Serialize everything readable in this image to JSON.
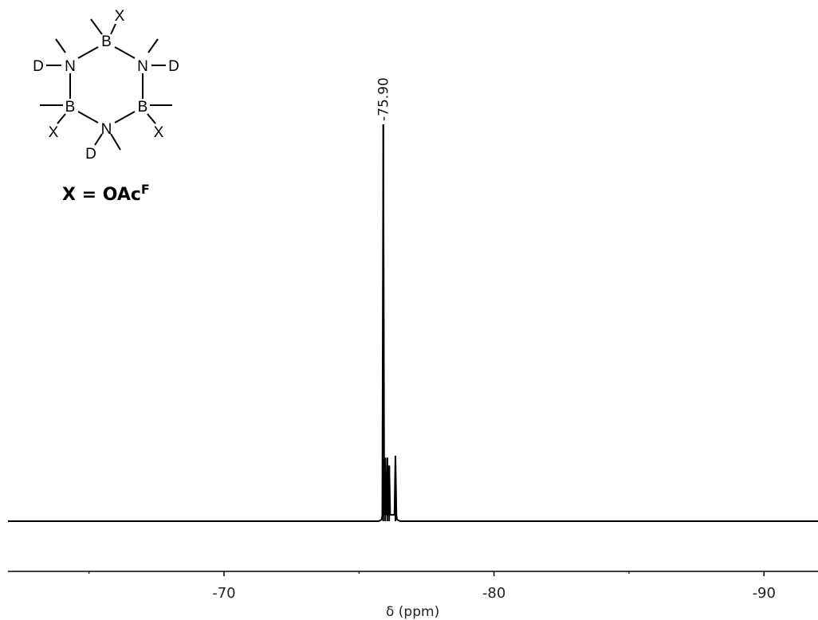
{
  "structure": {
    "atoms": {
      "b_top": "B",
      "n_left": "N",
      "n_right": "N",
      "b_left": "B",
      "b_right": "B",
      "n_bottom": "N",
      "d_left": "D",
      "d_right": "D",
      "d_bottom": "D",
      "x_top": "X",
      "x_left": "X",
      "x_right": "X"
    },
    "caption_prefix": "X = OAc",
    "caption_sup": "F"
  },
  "chart_data": {
    "type": "line",
    "title": "",
    "xlabel": "δ (ppm)",
    "ylabel": "",
    "xlim": [
      -62.0,
      -92.0
    ],
    "x_reversed": true,
    "x_ticks": [
      -70,
      -80,
      -90
    ],
    "x_tick_labels": [
      "-70",
      "-80",
      "-90"
    ],
    "minor_ticks": [
      -65,
      -75,
      -85
    ],
    "grid": false,
    "series": [
      {
        "peaks": [
          {
            "x": -75.9,
            "y": 1.0
          },
          {
            "x": -75.97,
            "y": 0.16
          },
          {
            "x": -76.05,
            "y": 0.16
          },
          {
            "x": -76.12,
            "y": 0.14
          },
          {
            "x": -76.35,
            "y": 0.165
          }
        ]
      }
    ],
    "peak_labels": [
      {
        "x": -75.9,
        "text": "-75.90"
      }
    ]
  }
}
